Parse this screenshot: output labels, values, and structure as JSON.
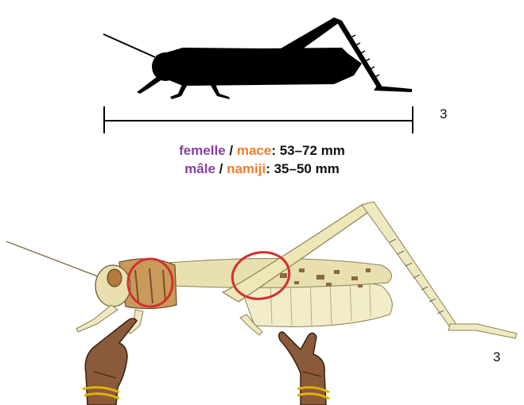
{
  "scale_labels": [
    "3",
    "3"
  ],
  "size_info": {
    "female": {
      "fr": "femelle",
      "sep": " / ",
      "local": "mace",
      "value": ": 53–72 mm"
    },
    "male": {
      "fr": "mâle",
      "sep": " / ",
      "local": "namiji",
      "value": ": 35–50 mm"
    }
  },
  "colors": {
    "french_term": "#8a3fa4",
    "local_term": "#ef7d2d",
    "highlight_circle": "#d32f2f",
    "silhouette": "#000000",
    "body_pale": "#efe8b8",
    "body_brown": "#b07a3e",
    "skin": "#8a5a3a",
    "bracelet": "#e2b300"
  },
  "icons": [
    "grasshopper-silhouette",
    "grasshopper-illustration",
    "pointing-hand-icon",
    "highlight-circle"
  ]
}
